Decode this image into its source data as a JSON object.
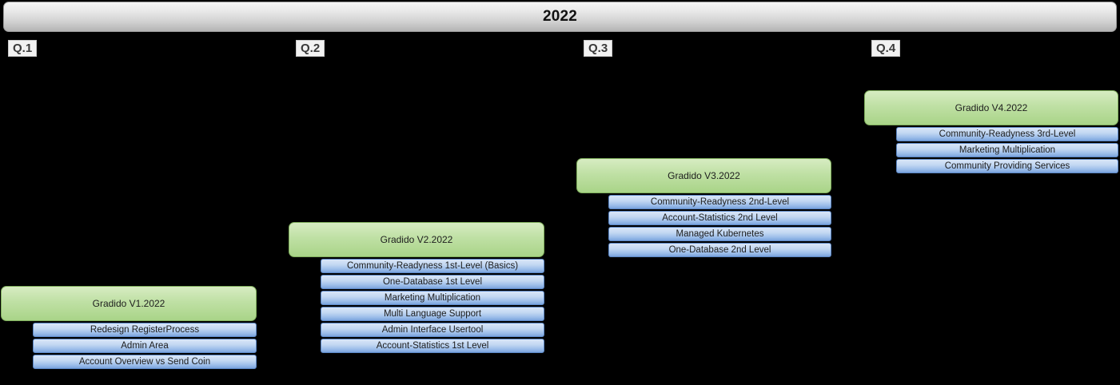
{
  "timeline": {
    "year_label": "2022",
    "quarters": [
      {
        "label": "Q.1"
      },
      {
        "label": "Q.2"
      },
      {
        "label": "Q.3"
      },
      {
        "label": "Q.4"
      }
    ]
  },
  "colors": {
    "background": "#000000",
    "year_bar_top": "#f6f6f6",
    "year_bar_bottom": "#b4b4b4",
    "release_green_top": "#d7ecc2",
    "release_green_bottom": "#a9d488",
    "release_green_border": "#7fae5c",
    "feature_blue_top": "#d9e6f8",
    "feature_blue_bottom": "#7ba4dd",
    "feature_blue_border": "#5b86c4",
    "quarter_chip_bg": "#f2f2f2",
    "text": "#1d1d1d"
  },
  "releases": [
    {
      "title": "Gradido V1.2022",
      "features": [
        "Redesign RegisterProcess",
        "Admin Area",
        "Account Overview vs Send Coin"
      ]
    },
    {
      "title": "Gradido V2.2022",
      "features": [
        "Community-Readyness 1st-Level (Basics)",
        "One-Database 1st Level",
        "Marketing Multiplication",
        "Multi Language Support",
        "Admin Interface Usertool",
        "Account-Statistics 1st Level"
      ]
    },
    {
      "title": "Gradido V3.2022",
      "features": [
        "Community-Readyness 2nd-Level",
        "Account-Statistics 2nd Level",
        "Managed Kubernetes",
        "One-Database 2nd Level"
      ]
    },
    {
      "title": "Gradido V4.2022",
      "features": [
        "Community-Readyness 3rd-Level",
        "Marketing Multiplication",
        "Community Providing Services"
      ]
    }
  ]
}
